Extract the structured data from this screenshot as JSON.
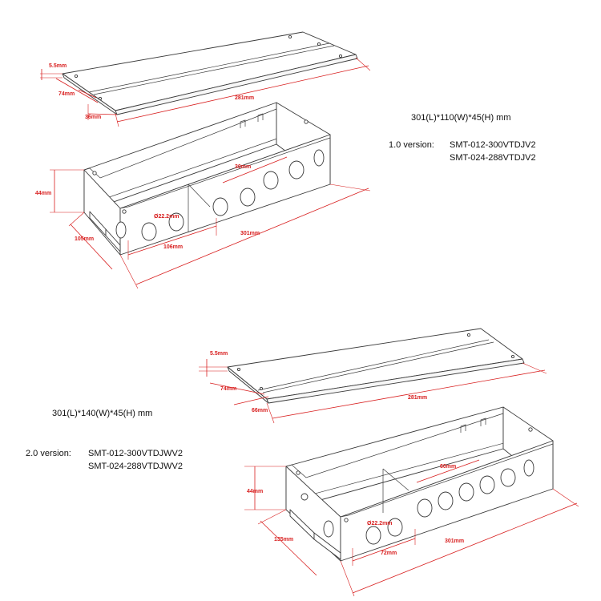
{
  "colors": {
    "dimension": "#d81e1e",
    "outline": "#3a3a3a",
    "text": "#111111",
    "background": "#ffffff"
  },
  "v1": {
    "size_spec": "301(L)*110(W)*45(H) mm",
    "version_label": "1.0 version:",
    "models": [
      "SMT-012-300VTDJV2",
      "SMT-024-288VTDJV2"
    ],
    "lid_dims": {
      "thickness": "5.5mm",
      "width": "74mm",
      "offset": "36mm",
      "length": "281mm"
    },
    "box_dims": {
      "height": "44mm",
      "width": "105mm",
      "hole_pitch": "30mm",
      "hole_dia": "Ø22.2mm",
      "hole_span": "106mm",
      "length": "301mm"
    }
  },
  "v2": {
    "size_spec": "301(L)*140(W)*45(H) mm",
    "version_label": "2.0 version:",
    "models": [
      "SMT-012-300VTDJWV2",
      "SMT-024-288VTDJWV2"
    ],
    "lid_dims": {
      "thickness": "5.5mm",
      "width": "74mm",
      "offset": "66mm",
      "length": "281mm"
    },
    "box_dims": {
      "height": "44mm",
      "width": "135mm",
      "hole_pitch": "60mm",
      "hole_dia": "Ø22.2mm",
      "hole_span": "72mm",
      "length": "301mm"
    }
  }
}
